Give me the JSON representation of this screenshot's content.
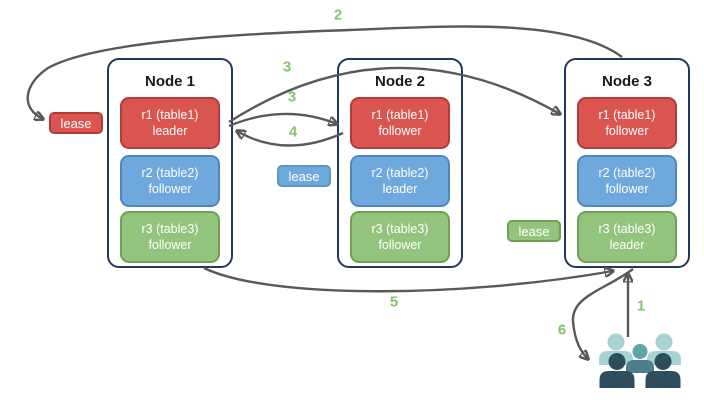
{
  "nodes": [
    {
      "title": "Node 1",
      "replicas": [
        {
          "label": "r1 (table1)",
          "role": "leader",
          "color": "red"
        },
        {
          "label": "r2 (table2)",
          "role": "follower",
          "color": "blue"
        },
        {
          "label": "r3 (table3)",
          "role": "follower",
          "color": "green"
        }
      ]
    },
    {
      "title": "Node 2",
      "replicas": [
        {
          "label": "r1 (table1)",
          "role": "follower",
          "color": "red"
        },
        {
          "label": "r2 (table2)",
          "role": "leader",
          "color": "blue"
        },
        {
          "label": "r3 (table3)",
          "role": "follower",
          "color": "green"
        }
      ]
    },
    {
      "title": "Node 3",
      "replicas": [
        {
          "label": "r1 (table1)",
          "role": "follower",
          "color": "red"
        },
        {
          "label": "r2 (table2)",
          "role": "follower",
          "color": "blue"
        },
        {
          "label": "r3 (table3)",
          "role": "leader",
          "color": "green"
        }
      ]
    }
  ],
  "leases": [
    {
      "label": "lease",
      "color": "red"
    },
    {
      "label": "lease",
      "color": "blue"
    },
    {
      "label": "lease",
      "color": "green"
    }
  ],
  "steps": {
    "s1": "1",
    "s2": "2",
    "s3a": "3",
    "s3b": "3",
    "s4": "4",
    "s5": "5",
    "s6": "6"
  },
  "icons": {
    "clients": "users-group-icon"
  },
  "colors": {
    "replica_red": "#da5550",
    "replica_blue": "#6fa8dc",
    "replica_green": "#93c47d",
    "node_border": "#24385c",
    "arrow": "#595959",
    "step_text": "#85c46a",
    "client_light": "#a7d3d4",
    "client_mid_head": "#5fa4ac",
    "client_mid_body": "#4d7f8b",
    "client_dark": "#2e4e5e"
  }
}
